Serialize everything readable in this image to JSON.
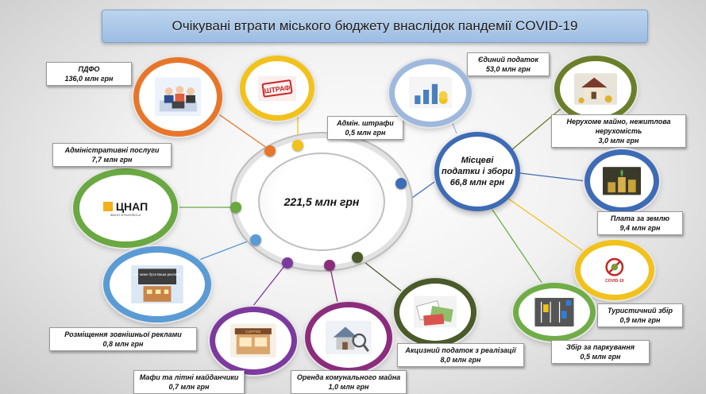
{
  "title": "Очікувані втрати міського бюджету внаслідок пандемії COVID-19",
  "center": {
    "value": "221,5 млн грн"
  },
  "local_taxes": {
    "line1": "Місцеві",
    "line2": "податки і збори",
    "value": "66,8 млн грн"
  },
  "items": {
    "pdfo": {
      "name": "ПДФО",
      "value": "136,0 млн грн",
      "color": "#e8762a",
      "picture": "office-workers"
    },
    "fines": {
      "name": "Адмін. штрафи",
      "value": "0,5 млн грн",
      "color": "#f2c21b",
      "picture": "fine-stamp",
      "stamp_text": "ШТРАФ"
    },
    "admin_services": {
      "name": "Адміністративні послуги",
      "value": "7,7 млн грн",
      "color": "#6aa842",
      "picture": "cnap-logo",
      "logo_text": "ЦНАП",
      "logo_sub": "ІВАНО-ФРАНКІВСЬК"
    },
    "ads": {
      "name": "Розміщення зовнішньої реклами",
      "value": "0,8 млн грн",
      "color": "#5b9bd5",
      "picture": "billboard",
      "billboard_text": "Тут може бути Ваша реклама"
    },
    "kiosks": {
      "name": "Мафи та літні майданчики",
      "value": "0,7 млн грн",
      "color": "#7c3a9e",
      "picture": "cafe-kiosk",
      "sign_text": "COFFEE"
    },
    "rent": {
      "name": "Оренда комунального майна",
      "value": "1,0 млн грн",
      "color": "#8c2c7c",
      "picture": "house-magnifier"
    },
    "excise": {
      "name": "Акцизний податок з реалізації",
      "value": "8,0 млн грн",
      "color": "#4a5a2a",
      "picture": "money-documents"
    },
    "single_tax": {
      "name": "Єдиний податок",
      "value": "53,0 млн грн",
      "color": "#9eb9dd",
      "picture": "coins-chart"
    },
    "property": {
      "name1": "Нерухоме майно, нежитлова",
      "name2": "нерухомість",
      "value": "3,0 млн грн",
      "color": "#6b7f2a",
      "picture": "house-coins"
    },
    "land": {
      "name": "Плата за землю",
      "value": "9,4 млн грн",
      "color": "#3e6bb6",
      "picture": "coin-stacks"
    },
    "tourist": {
      "name": "Туристичний збір",
      "value": "0,9 млн грн",
      "color": "#f2c21b",
      "picture": "covid-sign",
      "sign_text": "COVID-19"
    },
    "parking": {
      "name": "Збір за паркування",
      "value": "0,5 млн грн",
      "color": "#70ad47",
      "picture": "parking-lot"
    }
  }
}
